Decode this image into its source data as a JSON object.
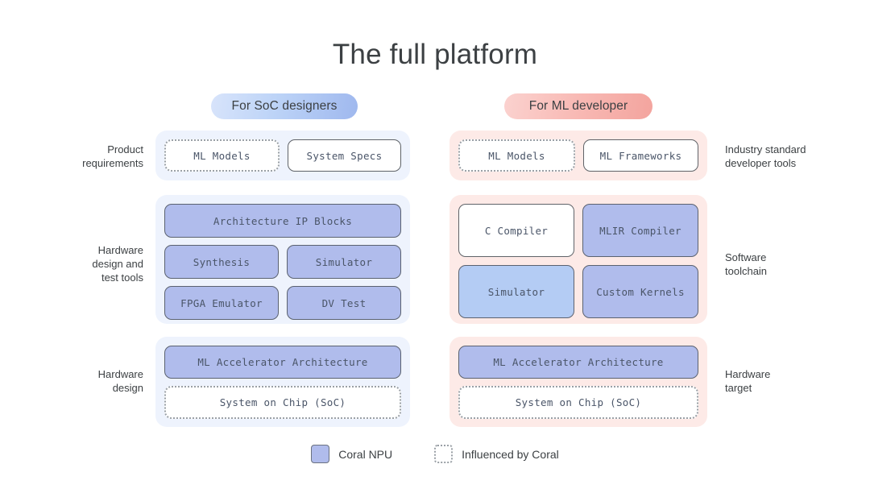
{
  "title": "The full platform",
  "pills": {
    "left": {
      "label": "For SoC designers",
      "color": "#9fb8ee"
    },
    "right": {
      "label": "For ML developer",
      "color": "#f3a49e"
    }
  },
  "side_labels": {
    "left": [
      "Product\nrequirements",
      "Hardware\ndesign and\ntest tools",
      "Hardware\ndesign"
    ],
    "right": [
      "Industry standard\ndeveloper tools",
      "Software\ntoolchain",
      "Hardware\ntarget"
    ]
  },
  "columns": {
    "left": {
      "name": "For SoC designers",
      "background": "#eef3fd",
      "groups": [
        {
          "name": "product-requirements",
          "rows": [
            [
              {
                "label": "ML Models",
                "style": "dotted"
              },
              {
                "label": "System Specs",
                "style": "solid"
              }
            ]
          ]
        },
        {
          "name": "hardware-design-and-test-tools",
          "rows": [
            [
              {
                "label": "Architecture IP Blocks",
                "style": "coral"
              }
            ],
            [
              {
                "label": "Synthesis",
                "style": "coral"
              },
              {
                "label": "Simulator",
                "style": "coral"
              }
            ],
            [
              {
                "label": "FPGA Emulator",
                "style": "coral"
              },
              {
                "label": "DV Test",
                "style": "coral"
              }
            ]
          ]
        },
        {
          "name": "hardware-design",
          "rows": [
            [
              {
                "label": "ML Accelerator Architecture",
                "style": "coral"
              }
            ],
            [
              {
                "label": "System on Chip (SoC)",
                "style": "dotted"
              }
            ]
          ]
        }
      ]
    },
    "right": {
      "name": "For ML developer",
      "background": "#fdeae7",
      "groups": [
        {
          "name": "industry-standard-developer-tools",
          "rows": [
            [
              {
                "label": "ML Models",
                "style": "dotted"
              },
              {
                "label": "ML Frameworks",
                "style": "solid"
              }
            ]
          ]
        },
        {
          "name": "software-toolchain",
          "rows": [
            [
              {
                "label": "C Compiler",
                "style": "solid"
              },
              {
                "label": "MLIR Compiler",
                "style": "coral"
              }
            ],
            [
              {
                "label": "Simulator",
                "style": "coral-light"
              },
              {
                "label": "Custom Kernels",
                "style": "coral"
              }
            ]
          ]
        },
        {
          "name": "hardware-target",
          "rows": [
            [
              {
                "label": "ML Accelerator Architecture",
                "style": "coral"
              }
            ],
            [
              {
                "label": "System on Chip (SoC)",
                "style": "dotted"
              }
            ]
          ]
        }
      ]
    }
  },
  "legend": {
    "items": [
      {
        "label": "Coral NPU",
        "style": "coral",
        "color": "#b0bcec"
      },
      {
        "label": "Influenced by Coral",
        "style": "dotted"
      }
    ]
  }
}
